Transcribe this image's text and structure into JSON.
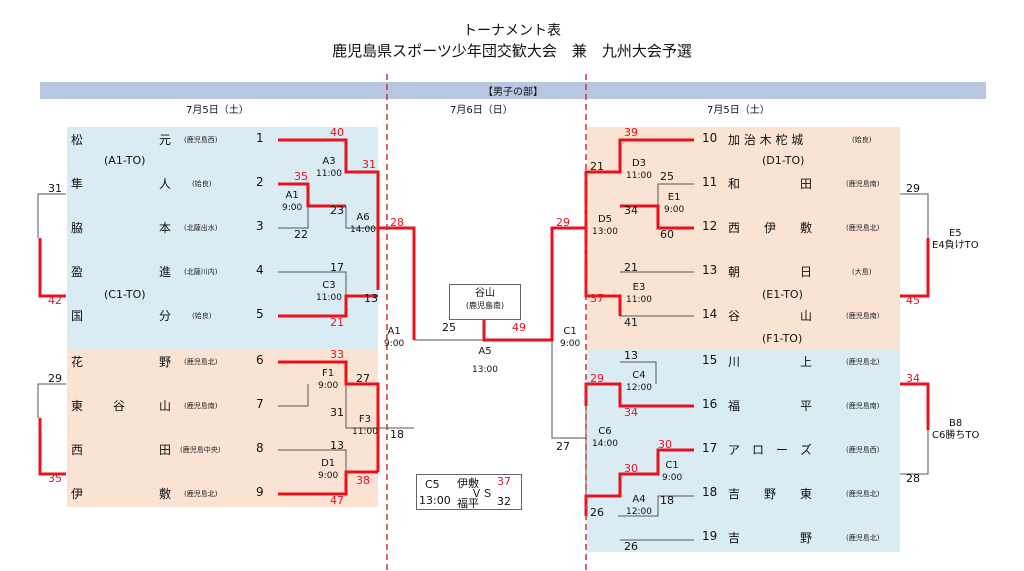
{
  "title": {
    "line1": "トーナメント表",
    "line2": "鹿児島県スポーツ少年団交歓大会　兼　九州大会予選"
  },
  "division": "【男子の部】",
  "dates": {
    "left": "7月5日（土）",
    "center": "7月6日（日）",
    "right": "7月5日（土）"
  },
  "colors": {
    "blue_bg": "#d9ecf3",
    "orange_bg": "#fbe3d3",
    "header_bg": "#b7c7e2",
    "winner_line": "#e8121e",
    "line": "#555555",
    "divider": "#cc3333"
  },
  "group_labels": [
    "(A1-TO)",
    "(C1-TO)",
    "(D1-TO)",
    "(E1-TO)",
    "(F1-TO)"
  ],
  "left_teams": [
    {
      "seed": "1",
      "c1": "松",
      "c2": "",
      "c3": "元",
      "region": "(鹿児島西)"
    },
    {
      "seed": "2",
      "c1": "隼",
      "c2": "",
      "c3": "人",
      "region": "(姶良)"
    },
    {
      "seed": "3",
      "c1": "脇",
      "c2": "",
      "c3": "本",
      "region": "(北薩出水)"
    },
    {
      "seed": "4",
      "c1": "盈",
      "c2": "",
      "c3": "進",
      "region": "(北薩川内)"
    },
    {
      "seed": "5",
      "c1": "国",
      "c2": "",
      "c3": "分",
      "region": "(姶良)"
    },
    {
      "seed": "6",
      "c1": "花",
      "c2": "",
      "c3": "野",
      "region": "(鹿児島北)"
    },
    {
      "seed": "7",
      "c1": "東",
      "c2": "谷",
      "c3": "山",
      "region": "(鹿児島南)"
    },
    {
      "seed": "8",
      "c1": "西",
      "c2": "",
      "c3": "田",
      "region": "(鹿児島中央)"
    },
    {
      "seed": "9",
      "c1": "伊",
      "c2": "",
      "c3": "敷",
      "region": "(鹿児島北)"
    }
  ],
  "right_teams": [
    {
      "seed": "10",
      "name": "加 治 木 柁 城",
      "region": "(姶良)"
    },
    {
      "seed": "11",
      "name": "和　　　　　田",
      "region": "(鹿児島南)"
    },
    {
      "seed": "12",
      "name": "西　　伊　　敷",
      "region": "(鹿児島北)"
    },
    {
      "seed": "13",
      "name": "朝　　　　　日",
      "region": "(大島)"
    },
    {
      "seed": "14",
      "name": "谷　　　　　山",
      "region": "(鹿児島南)"
    },
    {
      "seed": "15",
      "name": "川　　　　　上",
      "region": "(鹿児島北)"
    },
    {
      "seed": "16",
      "name": "福　　　　　平",
      "region": "(鹿児島南)"
    },
    {
      "seed": "17",
      "name": "ア　ロ　ー　ズ",
      "region": "(鹿児島西)"
    },
    {
      "seed": "18",
      "name": "吉　　野　　東",
      "region": "(鹿児島北)"
    },
    {
      "seed": "19",
      "name": "吉　　　　　野",
      "region": "(鹿児島北)"
    }
  ],
  "matches": [
    {
      "id": "A1",
      "time": "9:00"
    },
    {
      "id": "A3",
      "time": "11:00"
    },
    {
      "id": "C3",
      "time": "11:00"
    },
    {
      "id": "A6",
      "time": "14:00"
    },
    {
      "id": "F1",
      "time": "9:00"
    },
    {
      "id": "D1",
      "time": "9:00"
    },
    {
      "id": "F3",
      "time": "11:00"
    },
    {
      "id": "A1",
      "time": "9:00"
    },
    {
      "id": "A5",
      "time": "13:00"
    },
    {
      "id": "C1",
      "time": "9:00"
    },
    {
      "id": "D3",
      "time": "11:00"
    },
    {
      "id": "E1",
      "time": "9:00"
    },
    {
      "id": "D5",
      "time": "13:00"
    },
    {
      "id": "E3",
      "time": "11:00"
    },
    {
      "id": "C4",
      "time": "12:00"
    },
    {
      "id": "C1",
      "time": "9:00"
    },
    {
      "id": "A4",
      "time": "12:00"
    },
    {
      "id": "C6",
      "time": "14:00"
    }
  ],
  "side_matches": [
    {
      "id": "E5",
      "note": "E4負けTO"
    },
    {
      "id": "B8",
      "note": "C6勝ちTO"
    }
  ],
  "venue": {
    "name": "谷山",
    "region": "(鹿児島南)"
  },
  "c5": {
    "id": "C5",
    "time": "13:00",
    "team1": "伊敷",
    "score1": "37",
    "vs": "ＶＳ",
    "team2": "福平",
    "score2": "32"
  },
  "scores": {
    "l1": "40",
    "l2": "35",
    "l3": "23",
    "l4": "22",
    "l5": "31",
    "l6": "17",
    "l7": "13",
    "l8": "21",
    "l9": "28",
    "l10": "33",
    "l11": "27",
    "l12": "31",
    "l13": "13",
    "l14": "38",
    "l15": "47",
    "l16": "18",
    "lo_top": "31",
    "lo_bot": "42",
    "lo2_top": "29",
    "lo2_bot": "35",
    "f_left": "25",
    "f_right": "49",
    "r1": "39",
    "r2": "21",
    "r3": "25",
    "r4": "34",
    "r5": "60",
    "r6": "29",
    "r7": "21",
    "r8": "37",
    "r9": "41",
    "r10": "13",
    "r11": "29",
    "r12": "34",
    "r13": "27",
    "r14": "30",
    "r15": "30",
    "r16": "18",
    "r17": "26",
    "r18": "26",
    "ro_top": "29",
    "ro_bot": "45",
    "ro2_top": "34",
    "ro2_bot": "28"
  }
}
